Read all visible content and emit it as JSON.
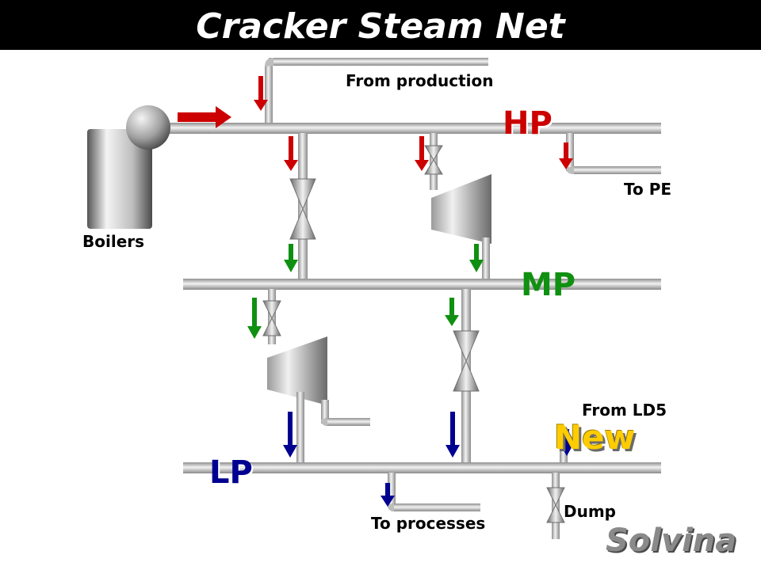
{
  "title": "Cracker Steam Net",
  "labels": {
    "from_production": "From production",
    "boilers": "Boilers",
    "to_pe": "To PE",
    "from_ld5": "From LD5",
    "to_processes": "To processes",
    "dump": "Dump"
  },
  "headers": {
    "hp": "HP",
    "mp": "MP",
    "lp": "LP"
  },
  "badge": "New",
  "logo": "Solvina",
  "colors": {
    "hp": "#cc0000",
    "mp": "#109010",
    "lp": "#000090",
    "new": "#ffcc00",
    "title_bg": "#000000",
    "logo": "#8a8a8a"
  }
}
